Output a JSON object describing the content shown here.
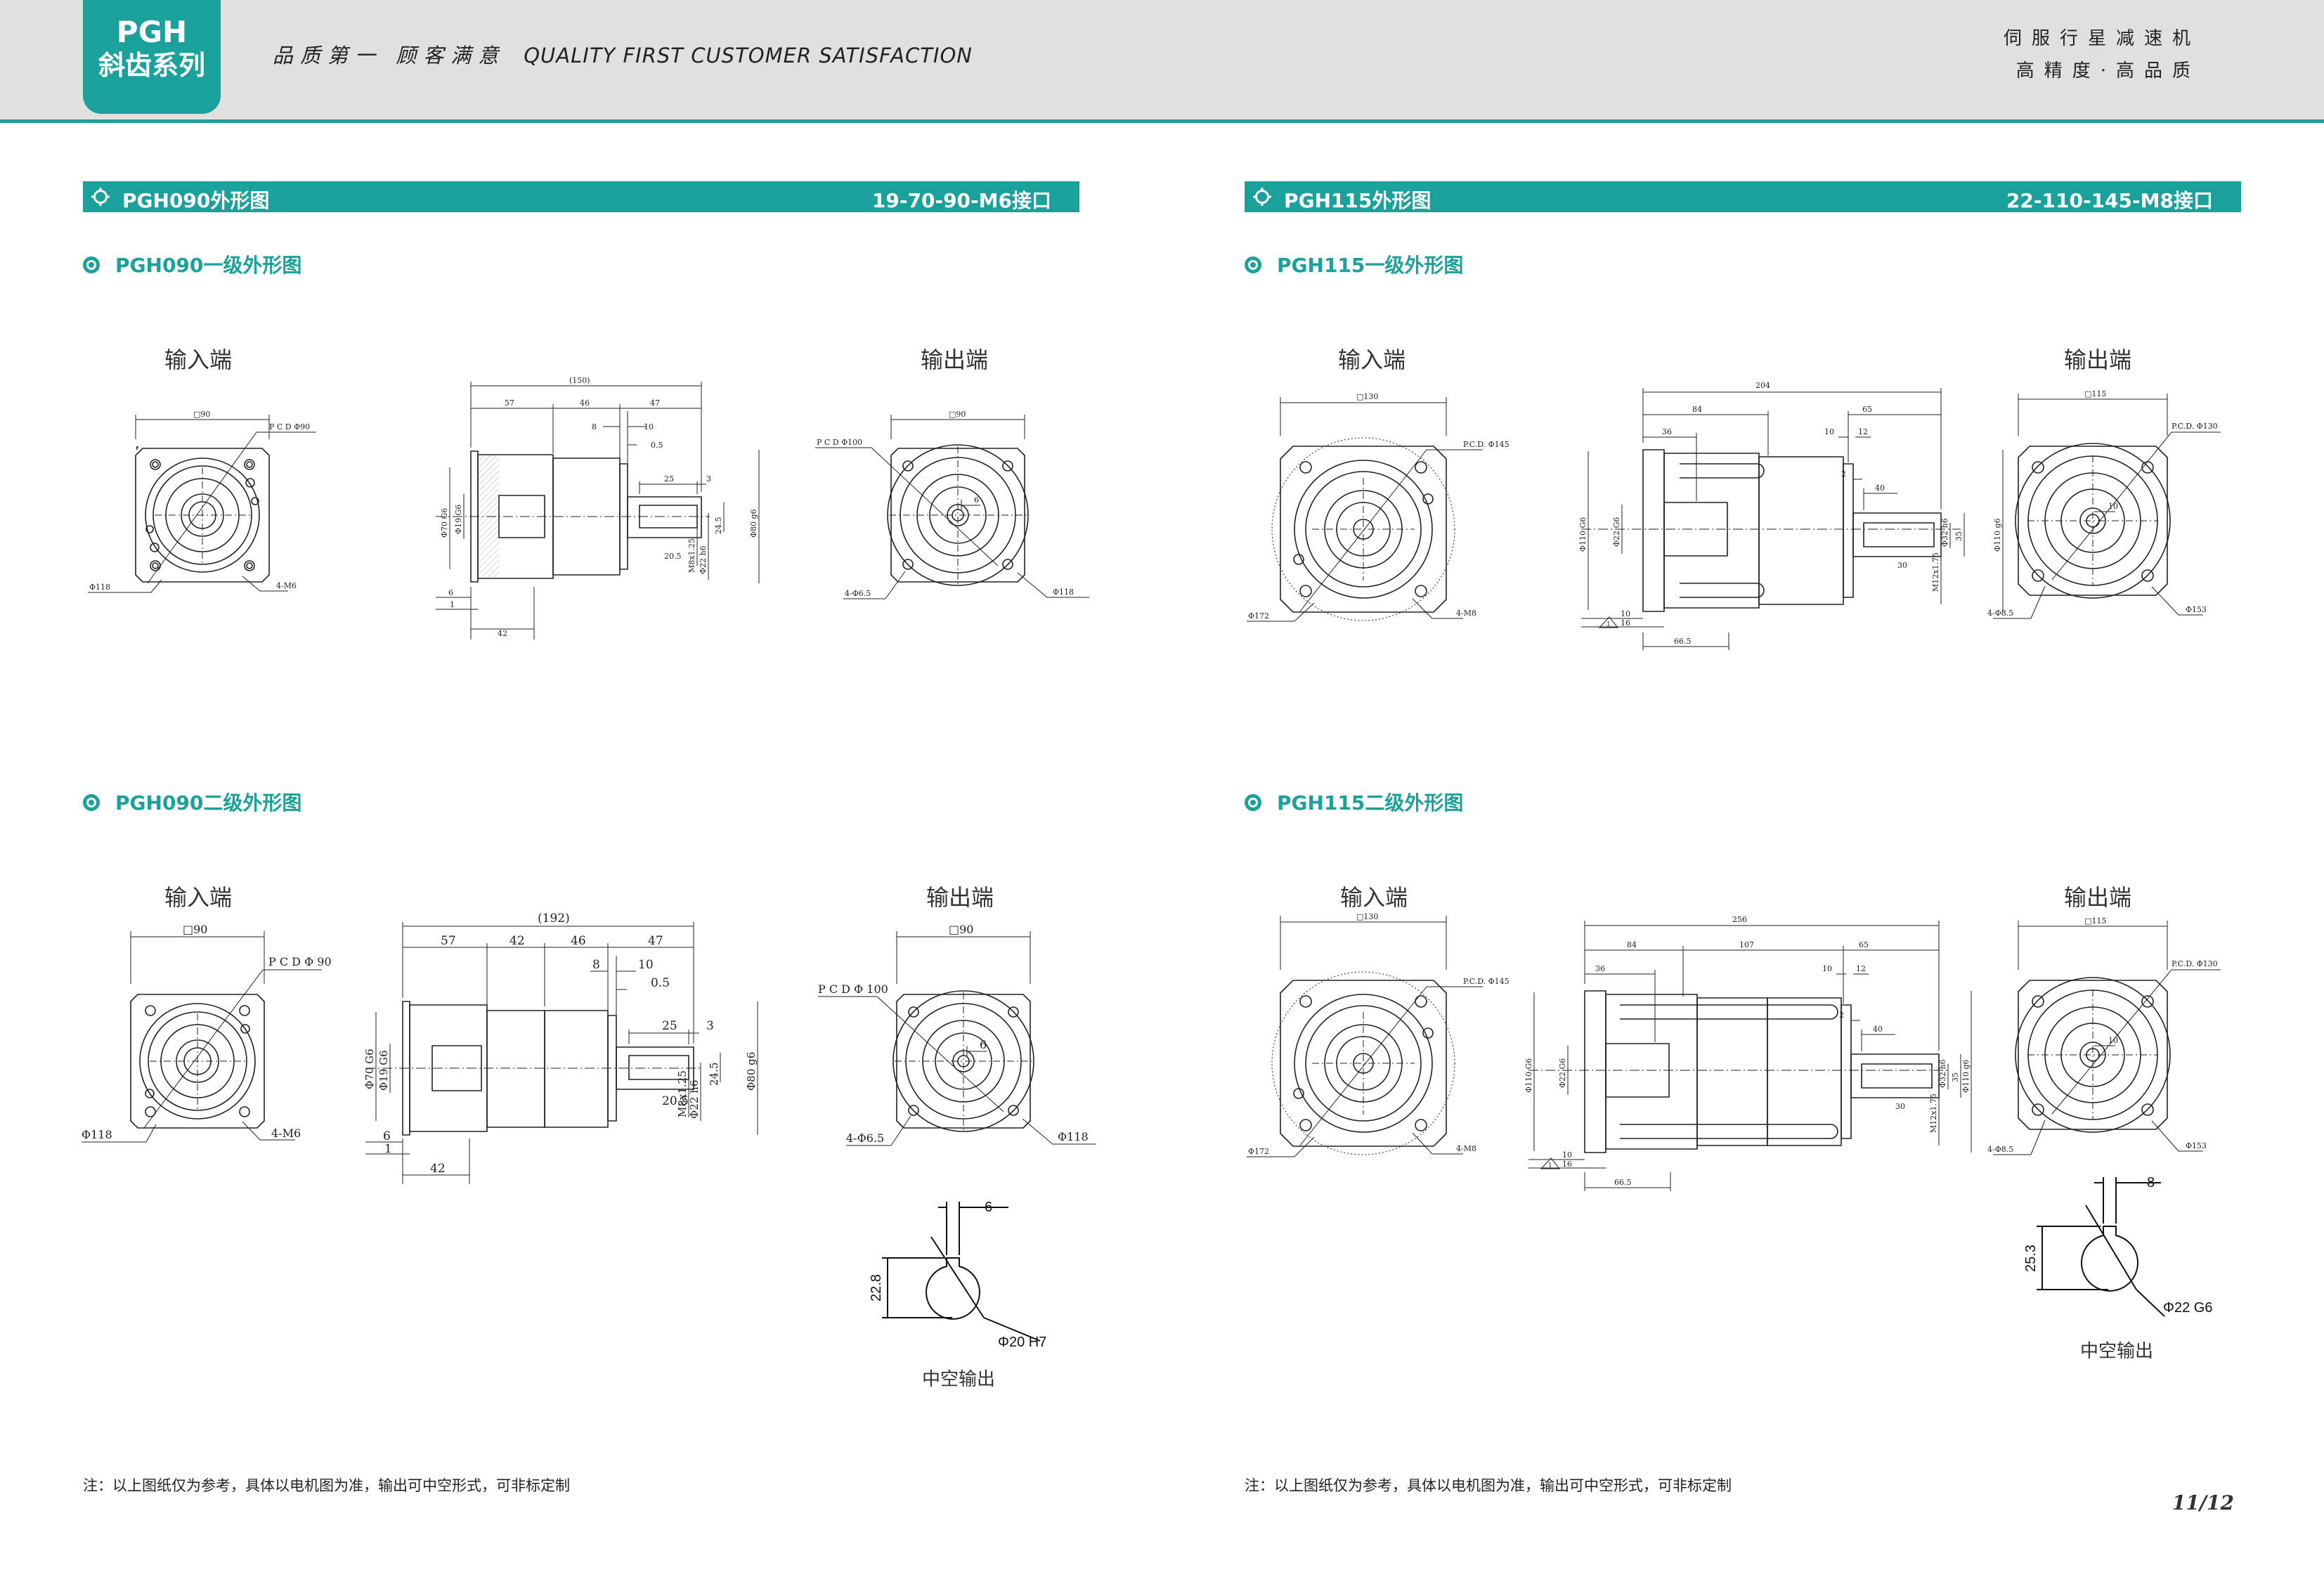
{
  "header": {
    "tab_title": "PGH",
    "tab_subtitle": "斜齿系列",
    "slogan_cn": "品质第一 顾客满意",
    "slogan_en": "QUALITY FIRST  CUSTOMER SATISFACTION",
    "tagline_1": "伺服行星减速机",
    "tagline_2": "高精度·高品质"
  },
  "colors": {
    "accent": "#1aa19b",
    "header_bg": "#e0e0e0"
  },
  "left": {
    "bar_title": "PGH090外形图",
    "bar_interface": "19-70-90-M6接口",
    "stage1_title": "PGH090一级外形图",
    "stage2_title": "PGH090二级外形图",
    "input_label": "输入端",
    "output_label": "输出端",
    "hollow_label": "中空输出",
    "note": "注：以上图纸仅为参考，具体以电机图为准，输出可中空形式，可非标定制",
    "s1": {
      "in_square": "□90",
      "in_pcd": "P C D  Φ90",
      "in_dia": "Φ118",
      "in_holes": "4-M6",
      "side_total": "(150)",
      "side_57": "57",
      "side_46": "46",
      "side_47": "47",
      "side_8": "8",
      "side_10": "10",
      "side_05": "0.5",
      "side_25": "25",
      "side_3": "3",
      "side_d70": "Φ70 G6",
      "side_d19": "Φ19 G6",
      "side_d80": "Φ80 g6",
      "side_245": "24.5",
      "side_d22": "Φ22 h6",
      "side_m8": "M8x1.25",
      "side_205": "20.5",
      "side_6": "6",
      "side_1": "1",
      "side_42": "42",
      "out_square": "□90",
      "out_pcd": "P C D  Φ100",
      "out_6": "6",
      "out_holes": "4-Φ6.5",
      "out_dia": "Φ118"
    },
    "s2": {
      "in_square": "□90",
      "in_pcd": "P C D Φ 90",
      "in_dia": "Φ118",
      "in_holes": "4-M6",
      "side_total": "(192)",
      "side_57": "57",
      "side_42": "42",
      "side_46": "46",
      "side_47": "47",
      "side_8": "8",
      "side_10": "10",
      "side_05": "0.5",
      "side_25": "25",
      "side_3": "3",
      "side_d70": "Φ70 G6",
      "side_d19": "Φ19 G6",
      "side_d80": "Φ80 g6",
      "side_245": "24.5",
      "side_d22": "Φ22 h6",
      "side_m8": "M8x1.25",
      "side_205": "20.5",
      "side_6": "6",
      "side_1": "1",
      "side_42b": "42",
      "out_square": "□90",
      "out_pcd": "P C D Φ 100",
      "out_6": "6",
      "out_holes": "4-Φ6.5",
      "out_dia": "Φ118",
      "hollow_key": "6",
      "hollow_depth": "22.8",
      "hollow_dia": "Φ20  H7"
    }
  },
  "right": {
    "bar_title": "PGH115外形图",
    "bar_interface": "22-110-145-M8接口",
    "stage1_title": "PGH115一级外形图",
    "stage2_title": "PGH115二级外形图",
    "input_label": "输入端",
    "output_label": "输出端",
    "hollow_label": "中空输出",
    "note": "注：以上图纸仅为参考，具体以电机图为准，输出可中空形式，可非标定制",
    "page_number": "11/12",
    "s1": {
      "in_square": "□130",
      "in_pcd": "P.C.D. Φ145",
      "in_dia": "Φ172",
      "in_holes": "4-M8",
      "side_total": "204",
      "side_84": "84",
      "side_65": "65",
      "side_36": "36",
      "side_10": "10",
      "side_12": "12",
      "side_2": "2",
      "side_40": "40",
      "side_d110": "Φ110 G6",
      "side_d22": "Φ22 G6",
      "side_d32": "Φ32 h6",
      "side_35": "35",
      "side_d110b": "Φ110 g6",
      "side_30": "30",
      "side_m12": "M12x1.75",
      "side_10b": "10",
      "side_16": "16",
      "side_665": "66.5",
      "side_warn": "1",
      "out_square": "□115",
      "out_pcd": "P.C.D. Φ130",
      "out_10": "10",
      "out_holes": "4-Φ8.5",
      "out_dia": "Φ153"
    },
    "s2": {
      "in_square": "□130",
      "in_pcd": "P.C.D. Φ145",
      "in_dia": "Φ172",
      "in_holes": "4-M8",
      "side_total": "256",
      "side_84": "84",
      "side_107": "107",
      "side_65": "65",
      "side_36": "36",
      "side_10": "10",
      "side_12": "12",
      "side_2": "2",
      "side_40": "40",
      "side_d110": "Φ110 G6",
      "side_d22": "Φ22 G6",
      "side_d32": "Φ32 h6",
      "side_35": "35",
      "side_d110b": "Φ110 g6",
      "side_30": "30",
      "side_m12": "M12x1.75",
      "side_10b": "10",
      "side_16": "16",
      "side_665": "66.5",
      "side_warn": "1",
      "out_square": "□115",
      "out_pcd": "P.C.D. Φ130",
      "out_10": "10",
      "out_holes": "4-Φ8.5",
      "out_dia": "Φ153",
      "hollow_key": "8",
      "hollow_depth": "25.3",
      "hollow_dia": "Φ22  G6"
    }
  }
}
